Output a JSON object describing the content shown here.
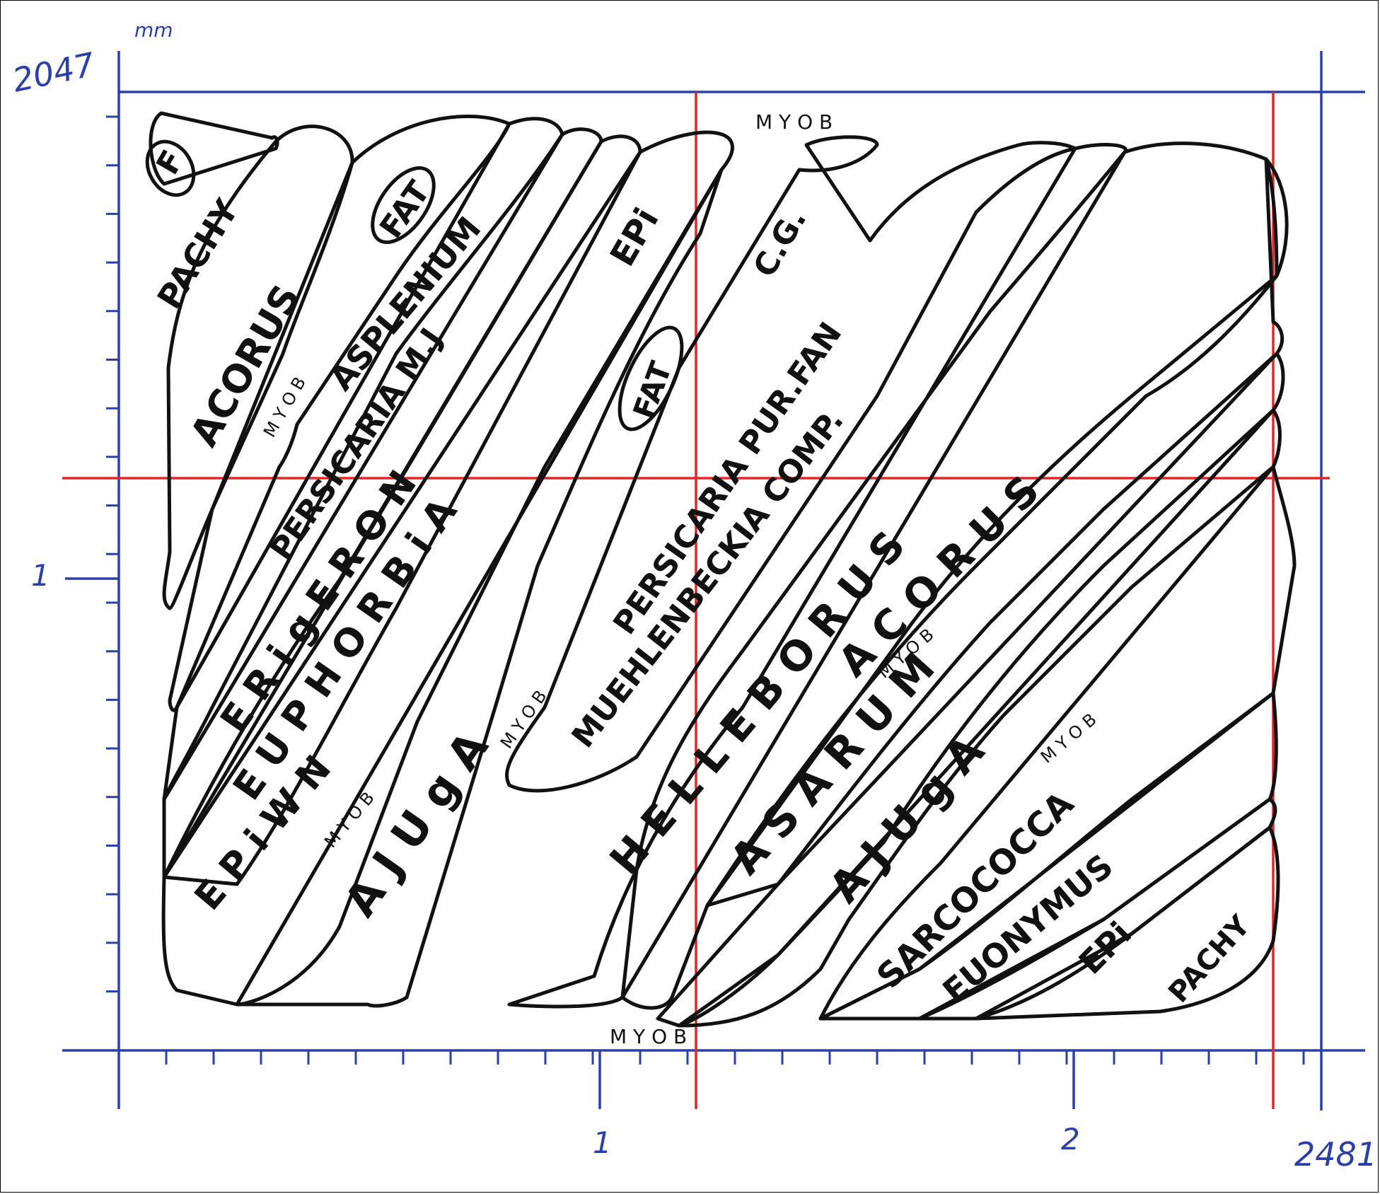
{
  "scale": {
    "height_value": "2047",
    "unit": "mm",
    "width_value": "2481",
    "x_ticks": [
      "1",
      "2"
    ],
    "y_ticks": [
      "1"
    ]
  },
  "labels": {
    "pachy_top": "PACHY",
    "f_circle": "F",
    "acorus": "ACORUS",
    "myob_acorus": "M Y O B",
    "fat_1": "FAT",
    "asplenium": "ASPLENIUM",
    "persicaria_mj": "PERSICARIA M.J",
    "erigeron": "E R i g E R O N",
    "euphorbia": "E U P H O R B i A",
    "epi_top": "EPi",
    "epi_wnn": "E P i W N",
    "myob_epiwnn": "M Y O B",
    "ajuga_1": "A J U g A",
    "myob_ajuga1": "M Y O B",
    "fat_2": "FAT",
    "cg": "C.G.",
    "myob_top": "M Y O B",
    "persicaria_pf": "PERSICARIA PUR.FAN",
    "muehlenbeckia": "MUEHLENBECKIA COMP.",
    "helleborus_1": "H E L L E B O R U S",
    "myob_hell": "M Y O B",
    "helleborus_2": "A C O R U S",
    "asarum": "A S A R U M",
    "myob_asarum": "M Y O B",
    "ajuga_2": "A J U g A",
    "sarcococca": "SARCOCOCCA",
    "euonymus": "EUONYMUS",
    "epi_bottom": "EPi",
    "pachy_bottom": "PACHY",
    "myob_bottom": "M Y O B"
  },
  "colors": {
    "grid_blue": "#2a3fa8",
    "guide_red": "#e0272a",
    "ink": "#111111"
  }
}
